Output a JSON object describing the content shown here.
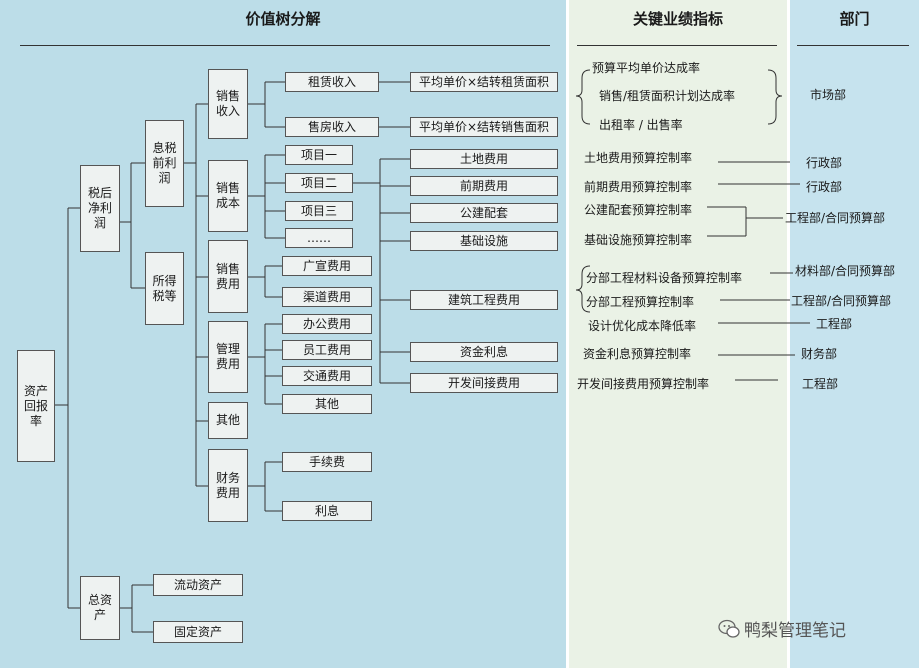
{
  "headers": {
    "tree": "价值树分解",
    "kpi": "关键业绩指标",
    "dept": "部门"
  },
  "tree": {
    "root": "资产回报率",
    "net_profit": "税后净利润",
    "ebit": "息税前利润",
    "income_tax": "所得税等",
    "total_assets": "总资产",
    "current_assets": "流动资产",
    "fixed_assets": "固定资产",
    "sales_revenue": "销售收入",
    "sales_cost": "销售成本",
    "sales_expense": "销售费用",
    "mgmt_expense": "管理费用",
    "other": "其他",
    "finance_expense": "财务费用",
    "rent_income": "租赁收入",
    "house_income": "售房收入",
    "rent_formula": "平均单价×结转租赁面积",
    "sale_formula": "平均单价×结转销售面积",
    "project1": "项目一",
    "project2": "项目二",
    "project3": "项目三",
    "ellipsis": "……",
    "ad_fee": "广宣费用",
    "channel_fee": "渠道费用",
    "office_fee": "办公费用",
    "staff_fee": "员工费用",
    "traffic_fee": "交通费用",
    "mgmt_other": "其他",
    "handling_fee": "手续费",
    "interest": "利息",
    "land_fee": "土地费用",
    "early_fee": "前期费用",
    "public_fac": "公建配套",
    "infra": "基础设施",
    "construction": "建筑工程费用",
    "capital_interest": "资金利息",
    "indirect": "开发间接费用"
  },
  "kpis": {
    "k1": "预算平均单价达成率",
    "k2": "销售/租赁面积计划达成率",
    "k3": "出租率 / 出售率",
    "k4": "土地费用预算控制率",
    "k5": "前期费用预算控制率",
    "k6": "公建配套预算控制率",
    "k7": "基础设施预算控制率",
    "k8": "分部工程材料设备预算控制率",
    "k9": "分部工程预算控制率",
    "k10": "设计优化成本降低率",
    "k11": "资金利息预算控制率",
    "k12": "开发间接费用预算控制率"
  },
  "depts": {
    "d1": "市场部",
    "d2": "行政部",
    "d3": "行政部",
    "d4": "工程部/合同预算部",
    "d5": "材料部/合同预算部",
    "d6": "工程部/合同预算部",
    "d7": "工程部",
    "d8": "财务部",
    "d9": "工程部"
  },
  "watermark": "鸭梨管理笔记"
}
